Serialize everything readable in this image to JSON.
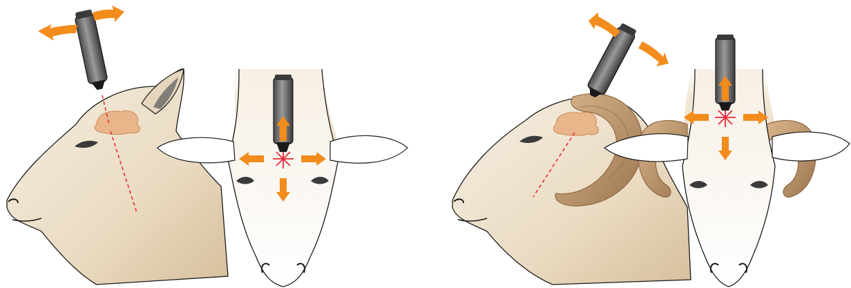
{
  "figure": {
    "panels": [
      {
        "id": "hornless",
        "views": [
          "side",
          "front"
        ],
        "horns": false
      },
      {
        "id": "horned",
        "views": [
          "side",
          "front"
        ],
        "horns": true
      }
    ],
    "colors": {
      "wool": "#efe4d2",
      "wool_shadow": "#d8c4a6",
      "face": "#fbf8f2",
      "outline": "#1a1a1a",
      "brain": "#e8b68a",
      "horn": "#c9a27a",
      "horn_dark": "#8e6a45",
      "arrow": "#f28c1c",
      "laser": "#e8283a",
      "device": "#6e6e6e",
      "device_dark": "#2e2e2e",
      "ear": "#ffffff"
    },
    "icons": [
      "captive-bolt-device",
      "movement-arrow",
      "target-crosshair",
      "brain",
      "horn"
    ]
  }
}
